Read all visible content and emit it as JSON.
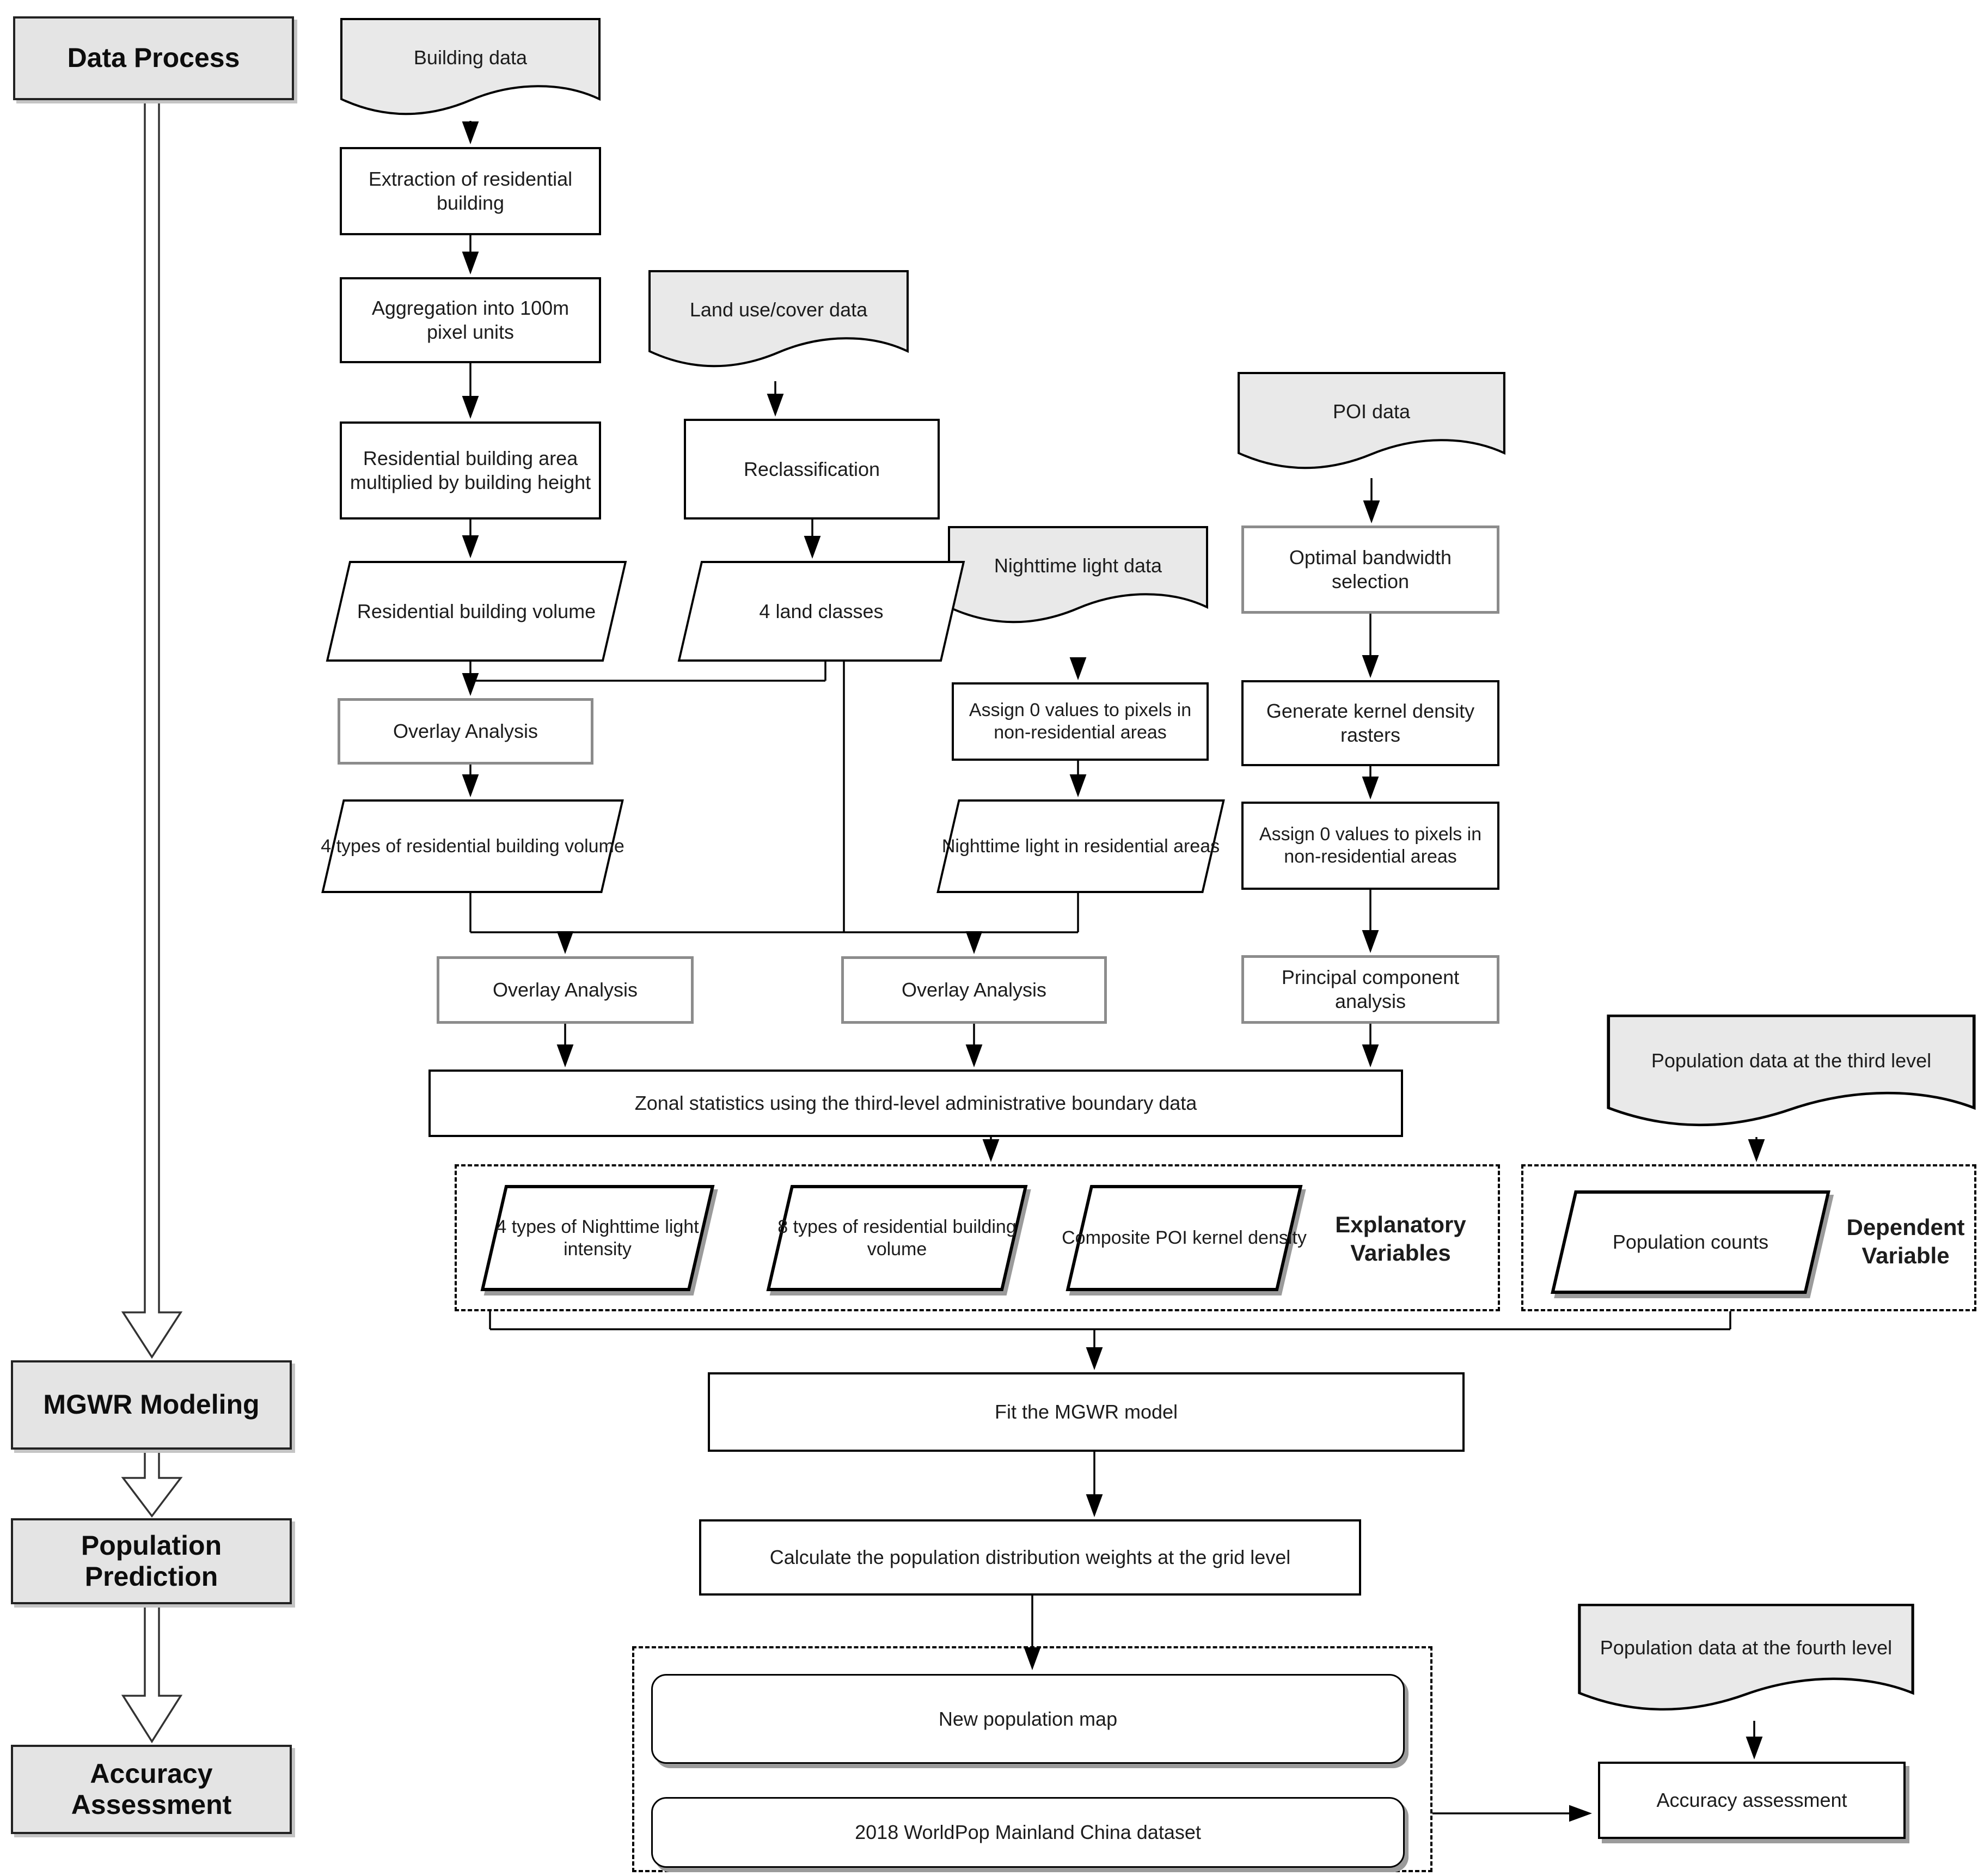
{
  "stage_panel": {
    "data_process": "Data Process",
    "mgwr_modeling": "MGWR Modeling",
    "population_prediction": "Population Prediction",
    "accuracy_assessment": "Accuracy Assessment"
  },
  "nodes": {
    "building_data": "Building data",
    "extraction": "Extraction of residential building",
    "aggregation": "Aggregation into 100m pixel units",
    "area_height": "Residential building area multiplied by building height",
    "res_building_volume": "Residential building volume",
    "overlay_1": "Overlay Analysis",
    "four_types_rbv": "4 types of residential building volume",
    "land_use_data": "Land use/cover data",
    "reclassification": "Reclassification",
    "four_land_classes": "4 land classes",
    "nighttime_light_data": "Nighttime light data",
    "assign_zero_ntl": "Assign 0 values to pixels in non-residential areas",
    "ntl_residential": "Nighttime light in residential areas",
    "poi_data": "POI data",
    "optimal_bandwidth": "Optimal bandwidth selection",
    "generate_kernel": "Generate kernel density rasters",
    "assign_zero_poi": "Assign 0 values to pixels in non-residential areas",
    "pca": "Principal component analysis",
    "overlay_2": "Overlay Analysis",
    "overlay_3": "Overlay Analysis",
    "zonal_statistics": "Zonal statistics using the third-level administrative boundary data",
    "four_types_ntl_intensity": "4 types of Nighttime light intensity",
    "eight_types_rbv": "8 types of residential building volume",
    "composite_poi_kernel": "Composite POI kernel density",
    "population_data_third": "Population data at the third level",
    "population_counts": "Population counts",
    "fit_mgwr": "Fit the MGWR model",
    "calculate_weights": "Calculate the population distribution weights at the grid level",
    "new_population_map": "New population map",
    "worldpop_dataset": "2018 WorldPop Mainland China dataset",
    "population_data_fourth": "Population data at the fourth level",
    "accuracy_assessment_node": "Accuracy assessment"
  },
  "group_labels": {
    "explanatory": "Explanatory Variables",
    "dependent": "Dependent Variable"
  },
  "colors": {
    "data_node_fill": "#e9e9e9",
    "stage_fill": "#e4e4e4",
    "process_fill": "#ffffff",
    "border": "#000000",
    "highlight_border": "#8c8c8c",
    "shadow": "#9b9b9b"
  }
}
